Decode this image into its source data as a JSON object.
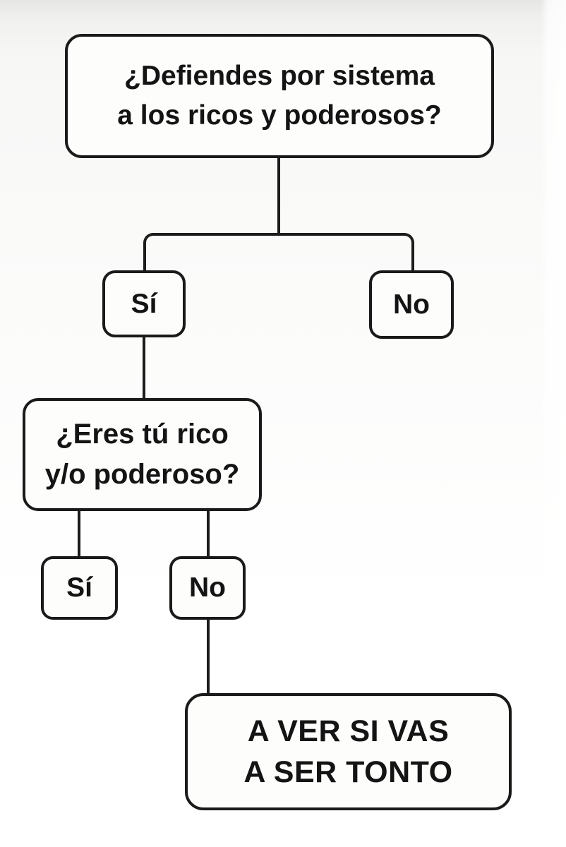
{
  "colors": {
    "line": "#1c1c1c",
    "box_border": "#1a1a1a",
    "box_fill": "#fdfdfc",
    "text": "#141414",
    "bg_top": "#e6e6e5",
    "bg_mid": "#f7f7f6",
    "bg_bottom": "#ffffff"
  },
  "flowchart": {
    "type": "decision-tree",
    "nodes": {
      "q1": {
        "lines": [
          "¿Defiendes por sistema",
          "a los ricos y poderosos?"
        ]
      },
      "q1_yes": {
        "label": "Sí"
      },
      "q1_no": {
        "label": "No"
      },
      "q2": {
        "lines": [
          "¿Eres tú rico",
          "y/o poderoso?"
        ]
      },
      "q2_yes": {
        "label": "Sí"
      },
      "q2_no": {
        "label": "No"
      },
      "result": {
        "lines": [
          "A VER SI VAS",
          "A SER TONTO"
        ]
      }
    },
    "edges": [
      {
        "from": "q1",
        "to": "q1_yes"
      },
      {
        "from": "q1",
        "to": "q1_no"
      },
      {
        "from": "q1_yes",
        "to": "q2"
      },
      {
        "from": "q2",
        "to": "q2_yes"
      },
      {
        "from": "q2",
        "to": "q2_no"
      },
      {
        "from": "q2_no",
        "to": "result"
      }
    ]
  }
}
